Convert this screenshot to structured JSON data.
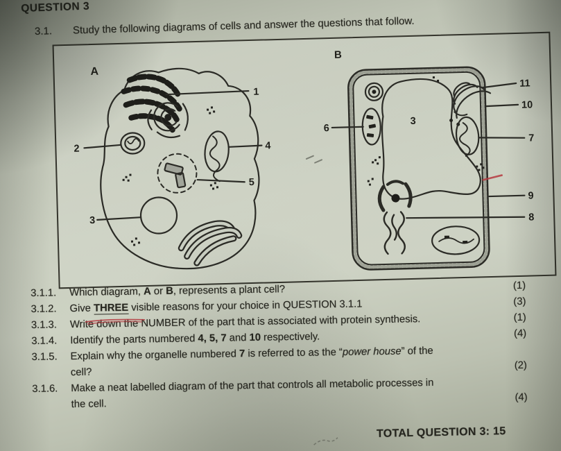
{
  "header": {
    "title": "QUESTION 3"
  },
  "intro": {
    "number": "3.1.",
    "text": "Study the following diagrams of cells and answer the questions that follow."
  },
  "figure": {
    "cell_a": {
      "label": "A",
      "parts": {
        "n1": "1",
        "n2": "2",
        "n3": "3",
        "n4": "4",
        "n5": "5"
      }
    },
    "cell_b": {
      "label": "B",
      "center_label": "3",
      "parts": {
        "n6": "6",
        "n7": "7",
        "n8": "8",
        "n9": "9",
        "n10": "10",
        "n11": "11"
      }
    }
  },
  "questions": [
    {
      "num": "3.1.1.",
      "marks": "(1)",
      "seg": {
        "a": "Which diagram, ",
        "b": "A",
        "c": " or ",
        "d": "B",
        "e": ", represents a plant cell?"
      }
    },
    {
      "num": "3.1.2.",
      "marks": "(3)",
      "seg": {
        "a": "Give ",
        "b": "THREE",
        "c": " visible reasons for your choice in QUESTION 3.1.1"
      }
    },
    {
      "num": "3.1.3.",
      "marks": "(1)",
      "seg": {
        "a": "Write down the NUMBER of the part that is associated with protein synthesis."
      }
    },
    {
      "num": "3.1.4.",
      "marks": "(4)",
      "seg": {
        "a": "Identify the parts numbered ",
        "b": "4, 5, 7",
        "c": " and ",
        "d": "10",
        "e": " respectively."
      }
    },
    {
      "num": "3.1.5.",
      "marks": "(2)",
      "seg": {
        "a": "Explain why the organelle numbered ",
        "b": "7",
        "c": " is referred to as the “",
        "d": "power house",
        "e": "” of the",
        "f": "cell?"
      }
    },
    {
      "num": "3.1.6.",
      "marks": "(4)",
      "seg": {
        "a": "Make a neat labelled diagram of the part that controls all metabolic processes in",
        "b": "the cell."
      }
    }
  ],
  "footer": {
    "total": "TOTAL QUESTION 3: 15"
  },
  "ink": {
    "print": "#26261f",
    "red_pen": "#b53a3f"
  }
}
